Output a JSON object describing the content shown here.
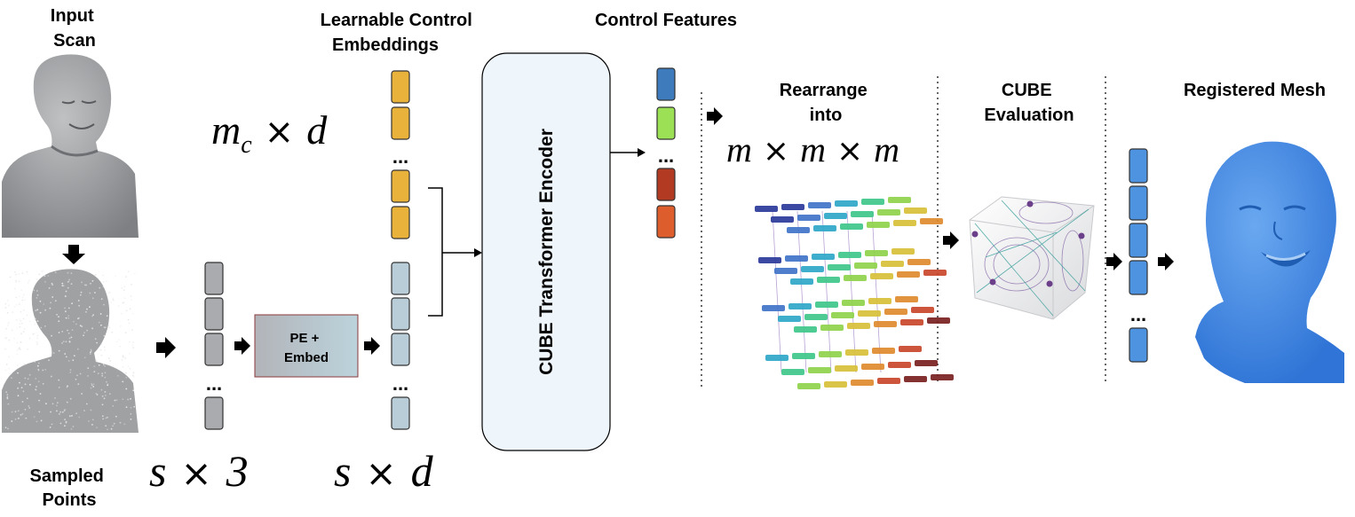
{
  "labels": {
    "input_scan": [
      "Input",
      "Scan"
    ],
    "sampled_points": [
      "Sampled",
      "Points"
    ],
    "learnable": [
      "Learnable Control",
      "Embeddings"
    ],
    "control_features": "Control Features",
    "rearrange": [
      "Rearrange",
      "into"
    ],
    "cube_eval": [
      "CUBE",
      "Evaluation"
    ],
    "registered_mesh": "Registered Mesh",
    "pe_embed": [
      "PE +",
      "Embed"
    ],
    "encoder": "CUBE Transformer Encoder",
    "ellipsis": "..."
  },
  "math": {
    "mc_d": {
      "var1": "m",
      "sub": "c",
      "op": "×",
      "var2": "d"
    },
    "s_3": {
      "var1": "s",
      "op": "×",
      "var2": "3"
    },
    "s_d": {
      "var1": "s",
      "op": "×",
      "var2": "d"
    },
    "m3": {
      "v": "m",
      "op": "×"
    }
  },
  "colors": {
    "gray_token": "#a9abae",
    "learnable_token": "#e9b33b",
    "point_token": "#b9cdd8",
    "encoder_fill": "#eef5fb",
    "pe_gradient_start": "#b2b4b9",
    "pe_gradient_end": "#bcd3dc",
    "control_features": [
      "#3e7bbd",
      "#9be055",
      "#b23a22",
      "#de5d2c"
    ],
    "output_token": "#4d93e0",
    "mesh": "#3d86e6",
    "scan": "#9c9d9f"
  }
}
